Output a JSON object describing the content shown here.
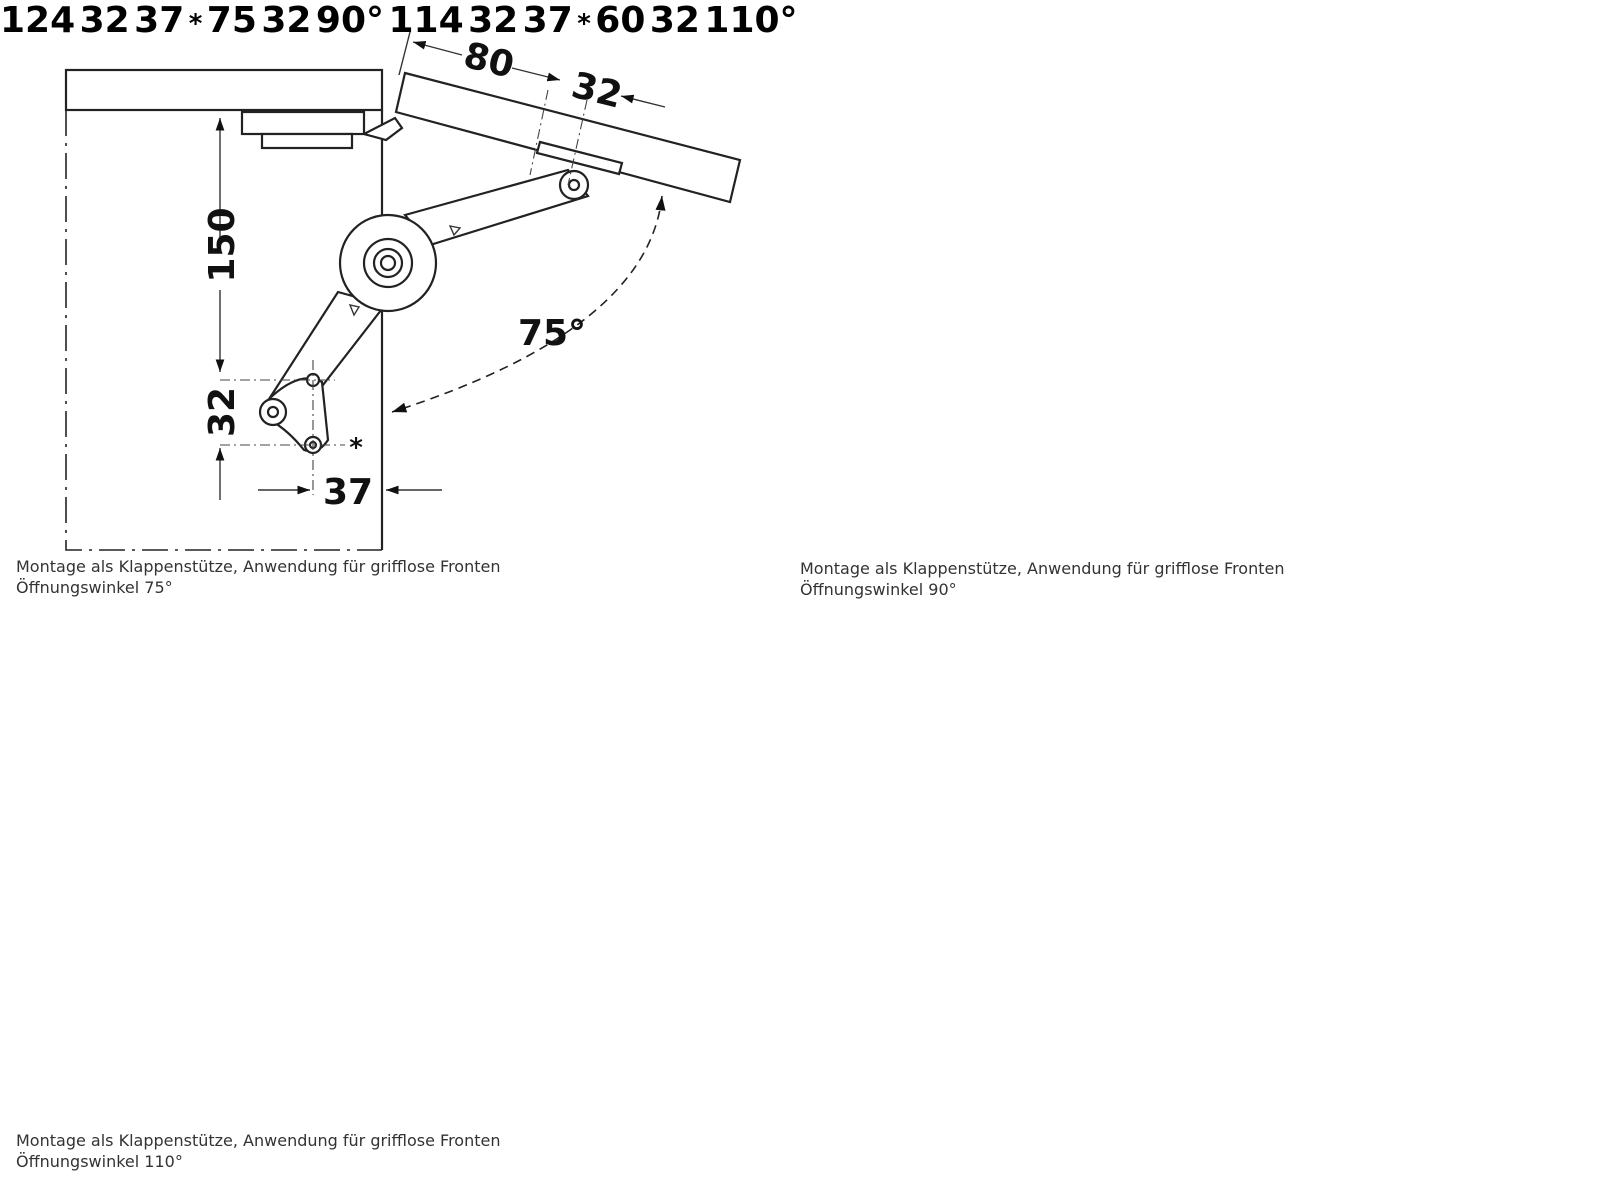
{
  "diagrams": [
    {
      "id": "75",
      "dims": {
        "front_offset": "80",
        "front_hole": "32",
        "height": "150",
        "lower_gap": "32",
        "side_offset": "37"
      },
      "angle": "75°",
      "marker": "*",
      "caption_line1": "Montage als Klappenstütze, Anwendung für grifflose Fronten",
      "caption_line2": "Öffnungswinkel 75°"
    },
    {
      "id": "90",
      "dims": {
        "front_offset": "75",
        "front_hole": "32",
        "height": "124",
        "lower_gap": "32",
        "side_offset": "37"
      },
      "angle": "90°",
      "marker": "*",
      "caption_line1": "Montage als Klappenstütze, Anwendung für grifflose Fronten",
      "caption_line2": "Öffnungswinkel 90°"
    },
    {
      "id": "110",
      "dims": {
        "front_offset": "60",
        "front_hole": "32",
        "height": "114",
        "lower_gap": "32",
        "side_offset": "37"
      },
      "angle": "110°",
      "marker": "*",
      "caption_line1": "Montage als Klappenstütze, Anwendung für grifflose Fronten",
      "caption_line2": "Öffnungswinkel 110°"
    }
  ]
}
